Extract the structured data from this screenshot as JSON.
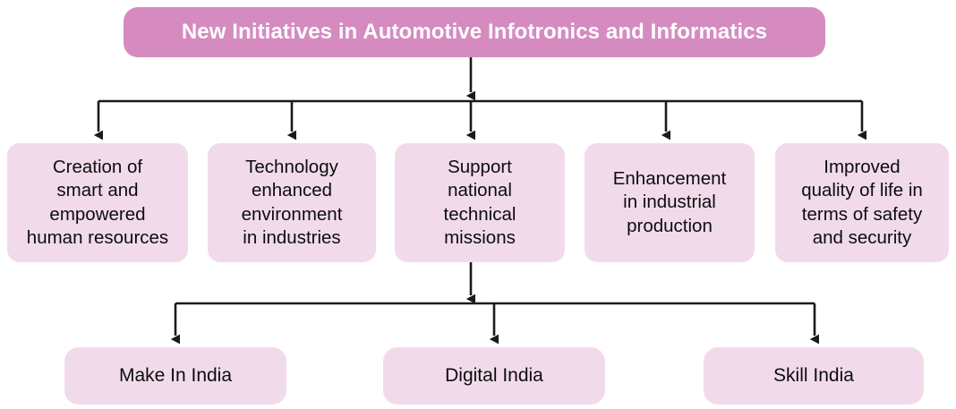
{
  "diagram": {
    "type": "hierarchy-flowchart",
    "title_node": {
      "label": "New Initiatives in Automotive Infotronics and Informatics",
      "fill_color": "#d58bc0",
      "text_color": "#ffffff"
    },
    "branch_fill_color": "#f1dbeb",
    "branch_text_color": "#0d0d0d",
    "connector_color": "#1a1a1a",
    "branches": [
      {
        "label": "Creation of\nsmart and\nempowered\nhuman resources"
      },
      {
        "label": "Technology\nenhanced\nenvironment\nin industries"
      },
      {
        "label": "Support\nnational\ntechnical\nmissions"
      },
      {
        "label": "Enhancement\nin industrial\nproduction"
      },
      {
        "label": "Improved\nquality of life in\nterms of safety\nand security"
      }
    ],
    "sub_branches": [
      {
        "label": "Make In India"
      },
      {
        "label": "Digital India"
      },
      {
        "label": "Skill India"
      }
    ]
  }
}
